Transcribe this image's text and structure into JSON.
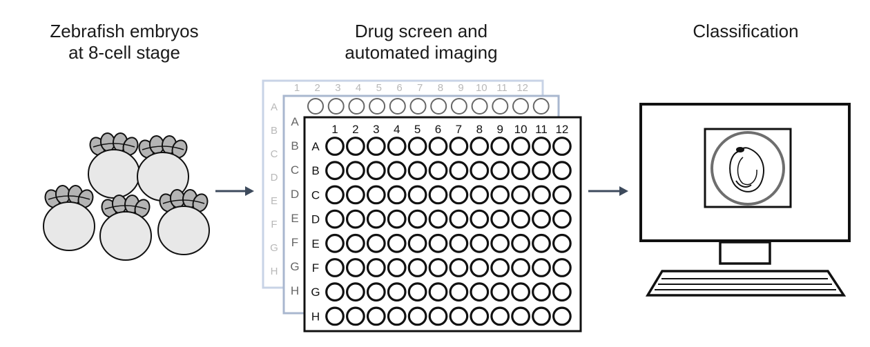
{
  "panels": {
    "embryos": {
      "title_line1": "Zebrafish embryos",
      "title_line2": "at 8-cell stage"
    },
    "screen": {
      "title_line1": "Drug screen and",
      "title_line2": "automated imaging"
    },
    "classification": {
      "title_line1": "Classification"
    }
  },
  "plate": {
    "columns": [
      "1",
      "2",
      "3",
      "4",
      "5",
      "6",
      "7",
      "8",
      "9",
      "10",
      "11",
      "12"
    ],
    "rows": [
      "A",
      "B",
      "C",
      "D",
      "E",
      "F",
      "G",
      "H"
    ]
  },
  "colors": {
    "ink": "#111111",
    "embryo_fill": "#e8e8e8",
    "blastomere_fill": "#b4b4b4",
    "arrow": "#3d4a5c",
    "plate_back": "#c8d3e6",
    "plate_mid": "#a9b7cf",
    "plate_back_text": "#b8b8b8",
    "plate_mid_text": "#666666"
  }
}
